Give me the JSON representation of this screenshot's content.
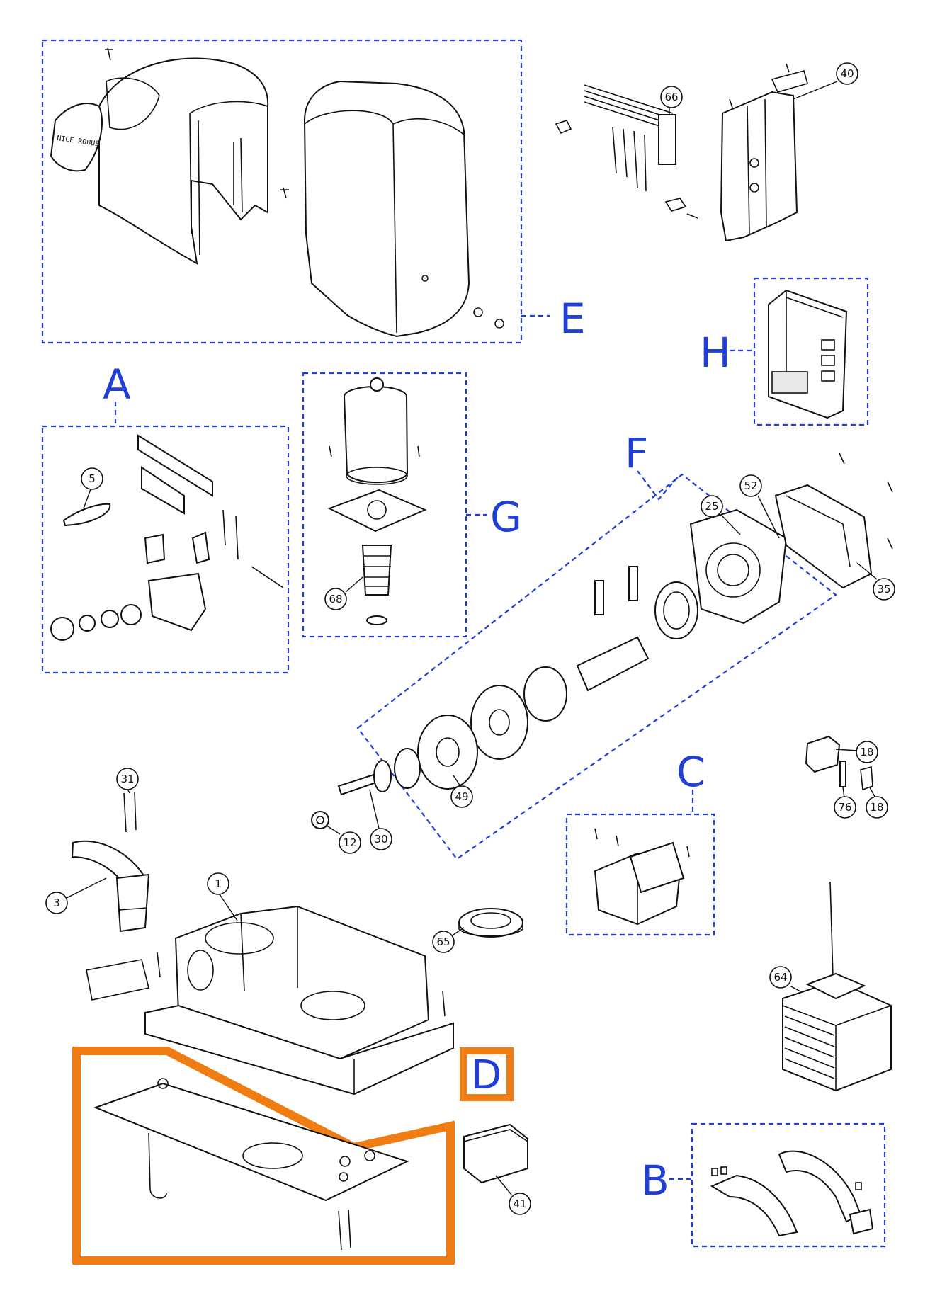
{
  "colors": {
    "group_box": "#1f3fd6",
    "highlight": "#f07d14",
    "line_art": "#111111"
  },
  "groups": {
    "A": "A",
    "B": "B",
    "C": "C",
    "D": "D",
    "E": "E",
    "F": "F",
    "G": "G",
    "H": "H"
  },
  "cover_text": "NICE ROBUS",
  "part_numbers": {
    "p1": "1",
    "p3": "3",
    "p5": "5",
    "p12": "12",
    "p18a": "18",
    "p18b": "18",
    "p25": "25",
    "p30": "30",
    "p31": "31",
    "p35": "35",
    "p40": "40",
    "p41": "41",
    "p49": "49",
    "p52": "52",
    "p64": "64",
    "p65": "65",
    "p66": "66",
    "p68": "68",
    "p76": "76"
  }
}
